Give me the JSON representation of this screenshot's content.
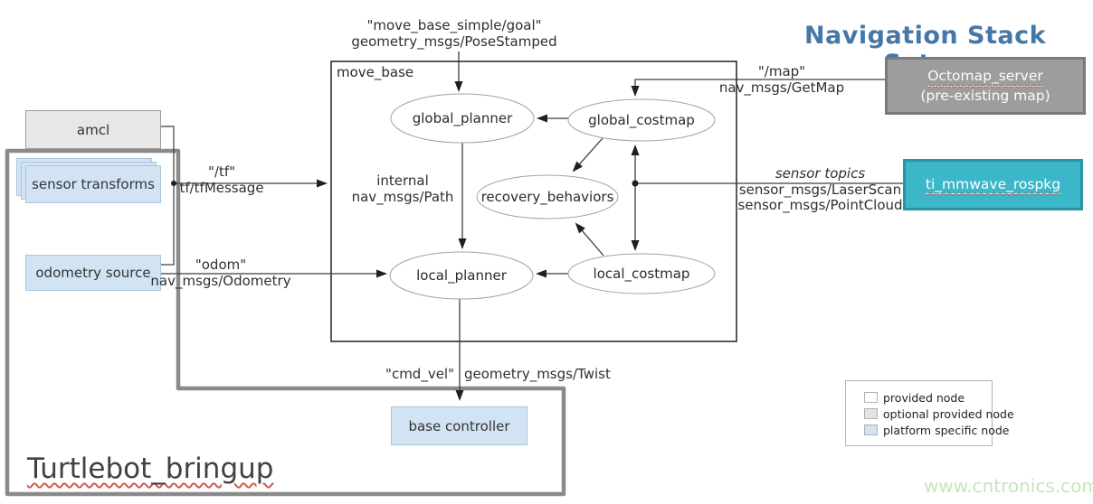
{
  "title": "Navigation Stack Setup",
  "group": {
    "label": "Turtlebot_bringup"
  },
  "container": {
    "label": "move_base"
  },
  "nodes": {
    "amcl": "amcl",
    "sensor_transforms": "sensor transforms",
    "odometry_source": "odometry source",
    "base_controller": "base controller",
    "octomap_line1": "Octomap_server",
    "octomap_line2": "(pre-existing map)",
    "ti_mmwave": "ti_mmwave_rospkg",
    "global_planner": "global_planner",
    "global_costmap": "global_costmap",
    "recovery_behaviors": "recovery_behaviors",
    "local_planner": "local_planner",
    "local_costmap": "local_costmap"
  },
  "edges": {
    "goal_topic": "\"move_base_simple/goal\"",
    "goal_type": "geometry_msgs/PoseStamped",
    "map_topic": "\"/map\"",
    "map_type": "nav_msgs/GetMap",
    "tf_topic": "\"/tf\"",
    "tf_type": "tf/tfMessage",
    "odom_topic": "\"odom\"",
    "odom_type": "nav_msgs/Odometry",
    "internal_line1": "internal",
    "internal_line2": "nav_msgs/Path",
    "sensor_label": "sensor topics",
    "sensor_type1": "sensor_msgs/LaserScan",
    "sensor_type2": "sensor_msgs/PointCloud",
    "cmd_vel_topic": "\"cmd_vel\"",
    "cmd_vel_type": "geometry_msgs/Twist"
  },
  "legend": {
    "items": [
      {
        "label": "provided node",
        "color": "#ffffff"
      },
      {
        "label": "optional provided node",
        "color": "#e3e3e3"
      },
      {
        "label": "platform specific node",
        "color": "#cfe4f5"
      }
    ]
  },
  "watermark": "www.cntronics.com",
  "colors": {
    "title_blue": "#4577a8",
    "platform_node_blue": "#d2e4f3",
    "optional_node_grey": "#e7e7e7",
    "octomap_grey": "#9d9d9d",
    "ti_mmwave_teal": "#3cb6c9",
    "group_border_grey": "#8a8a8a",
    "watermark_green": "#c5e7bd",
    "squiggle_red": "#cc5a52"
  }
}
